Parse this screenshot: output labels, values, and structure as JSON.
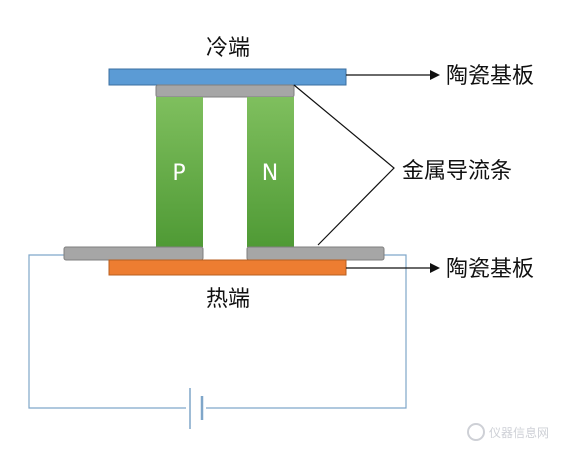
{
  "labels": {
    "cold_end": "冷端",
    "hot_end": "热端",
    "ceramic_top": "陶瓷基板",
    "ceramic_bottom": "陶瓷基板",
    "metal_strip": "金属导流条",
    "p_leg": "P",
    "n_leg": "N"
  },
  "watermark": {
    "text": "仪器信息网"
  },
  "colors": {
    "top_plate": "#5b9bd5",
    "bottom_plate": "#ed7d31",
    "legs_top": "#7fbf5e",
    "legs_bottom": "#4f9a35",
    "conductor": "#a6a6a6",
    "circuit": "#7fa6c9",
    "arrow": "#111111"
  }
}
